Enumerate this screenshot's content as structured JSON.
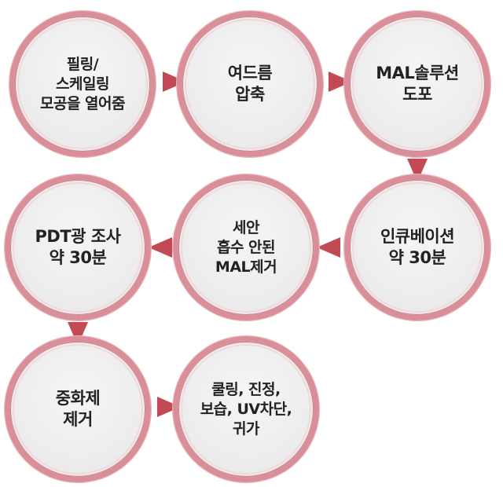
{
  "steps": [
    {
      "label": "필링/\n스케일링\n모공을 열어줌"
    },
    {
      "label": "여드름\n압축"
    },
    {
      "label": "MAL솔루션\n도포"
    },
    {
      "label": "인큐베이션\n약 30분"
    },
    {
      "label": "세안\n흡수 안된\nMAL제거"
    },
    {
      "label": "PDT광 조사\n약 30분"
    },
    {
      "label": "중화제\n제거"
    },
    {
      "label": "쿨링, 진정,\n보습, UV차단,\n귀가"
    }
  ],
  "colors": {
    "ring": "#d98e98",
    "arrow": "#c24a55",
    "fill": "#efeeef"
  }
}
